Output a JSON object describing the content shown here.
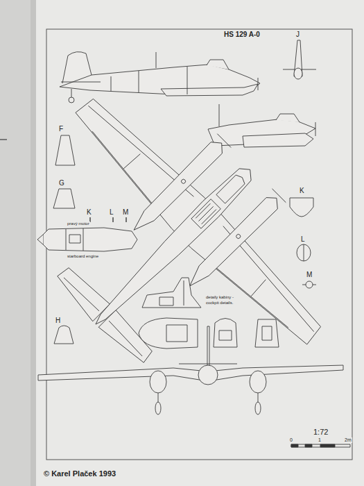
{
  "diagram": {
    "title": "HS 129 A-0",
    "labels": [
      "J",
      "F",
      "G",
      "K",
      "L",
      "M",
      "pravý motor",
      "K",
      "L",
      "M",
      "starboard engine",
      "detaily kabiny -",
      "cockpit details.",
      "H",
      "1:72",
      "0",
      "1",
      "2m",
      "© Karel Plaček 1993"
    ]
  }
}
